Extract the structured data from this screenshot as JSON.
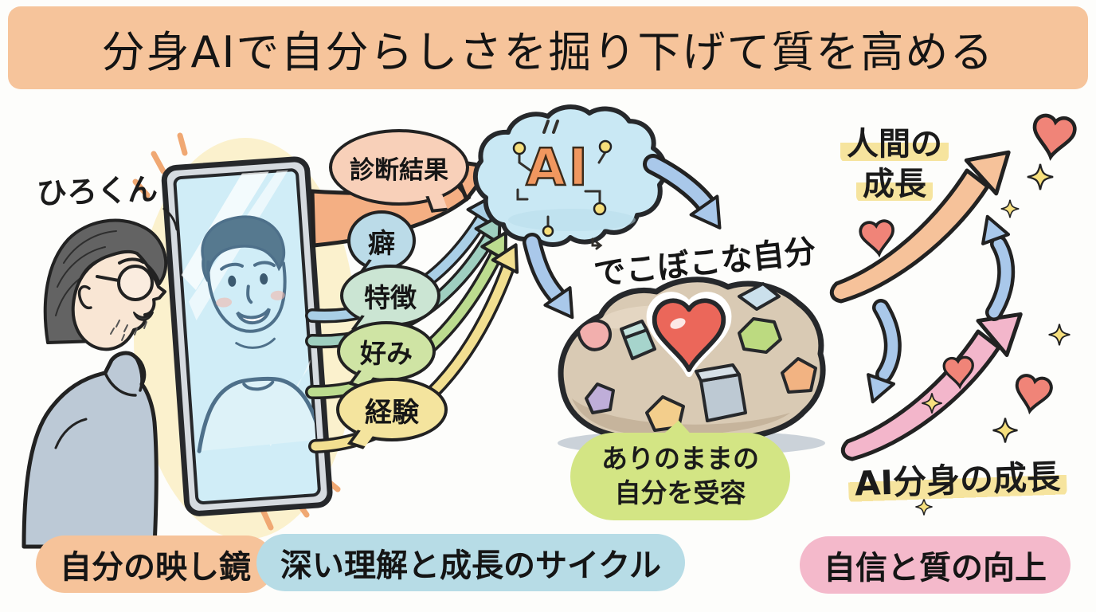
{
  "title": "分身AIで自分らしさを掘り下げて質を高める",
  "person": {
    "name": "ひろくん"
  },
  "input_bubbles": [
    {
      "label": "診断結果"
    },
    {
      "label": "癖"
    },
    {
      "label": "特徴"
    },
    {
      "label": "好み"
    },
    {
      "label": "経験"
    }
  ],
  "ai": {
    "label": "AI"
  },
  "rock": {
    "caption": "でこぼこな自分",
    "acceptance": "ありのままの自分を受容"
  },
  "growth": {
    "human": {
      "line1": "人間の",
      "line2": "成長"
    },
    "ai_avatar": "AI分身の成長"
  },
  "footer": [
    {
      "label": "自分の映し鏡"
    },
    {
      "label": "深い理解と成長のサイクル"
    },
    {
      "label": "自信と質の向上"
    }
  ],
  "colors": {
    "banner_bg": "#f6c49b",
    "bubble_diagnosis": "#f8d0b9",
    "bubble_habit": "#bbdbe8",
    "bubble_trait": "#cbe5d3",
    "bubble_preference": "#cfe4a4",
    "bubble_experience": "#f4e49e",
    "ai_text": "#f0975f",
    "ai_cloud": "#c9e8f4",
    "arrow_orange": "#f4af83",
    "arrow_blue": "#a9cfe6",
    "arrow_teal": "#9fcfc0",
    "arrow_green": "#bcdc8f",
    "arrow_yellow": "#f2df90",
    "cycle_blue": "#a9c8ea",
    "growth_orange": "#f6c29a",
    "growth_pink": "#f3b6cb",
    "rock_tan": "#d9cab4",
    "heart_red": "#eb675a",
    "small_heart": "#f08478",
    "sparkle_yellow": "#f7e07e",
    "highlight_yellow": "#f6e49e",
    "acceptance_green": "#d3e584",
    "pill_left": "#f6c39a",
    "pill_center": "#b7dce6",
    "pill_right": "#f4b9cb"
  }
}
